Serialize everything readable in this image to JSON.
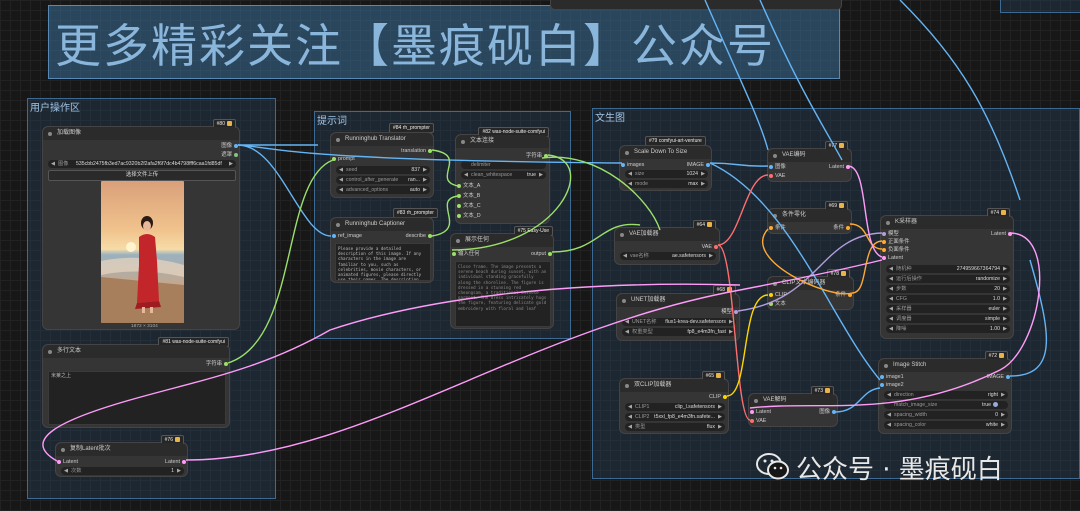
{
  "banner": {
    "text": "更多精彩关注【墨痕砚白】公众号"
  },
  "groups": {
    "user": "用户操作区",
    "prompt": "提示词",
    "t2i": "文生图"
  },
  "colors": {
    "image": "#64b5f6",
    "string": "#9be06a",
    "latent": "#ff9cf9",
    "model": "#b39ddb",
    "clip": "#ffd500",
    "vae": "#ff6e6e",
    "conditioning": "#ffa931",
    "int": "#7ac"
  },
  "nodes": {
    "load_image": {
      "badge": "#80",
      "title": "加载图像",
      "out_image": "图像",
      "out_mask": "遮罩",
      "image_label": "图像",
      "image_value": "535cbb2475fb3ed7ac9320b2f2afa2f6f7dc4b4798fff6caa1fd85df",
      "upload": "选择文件上传",
      "size": "1872 × 3104"
    },
    "multiline": {
      "badge": "#81 was-node-suite-comfyui",
      "title": "多行文本",
      "out": "字符串",
      "text": "米莱之上"
    },
    "copy_latent": {
      "badge": "#76",
      "title": "复制Latent批次",
      "in": "Latent",
      "out": "Latent",
      "w_label": "次数",
      "w_value": "1"
    },
    "translator": {
      "src_badge": "#84 rh_prompter",
      "title": "Runninghub Translator",
      "in": "prompt",
      "out": "translation",
      "w1_label": "seed",
      "w1_value": "837",
      "w2_label": "control_after_generate",
      "w2_value": "ran...",
      "w3_label": "advanced_options",
      "w3_value": "auto"
    },
    "captioner": {
      "src_badge": "#83 rh_prompter",
      "title": "Runninghub Captioner",
      "in": "ref_image",
      "out": "describe",
      "text": "Please provide a detailed description of this image. If any characters in the image are familiar to you, such as celebrities, movie characters, or animated figures, please directly use their names. The description should be as detailed as possible"
    },
    "text_concat": {
      "badge": "#82 was-node-suite-comfyui",
      "title": "文本连接",
      "out": "字符串",
      "delimiter": "delimiter",
      "clean_label": "clean_whitespace",
      "clean_value": "true",
      "in_a": "文本_A",
      "in_b": "文本_B",
      "in_c": "文本_C",
      "in_d": "文本_D"
    },
    "show_any": {
      "badge": "#75 Easy-Use",
      "title": "展示任何",
      "in": "输入任何",
      "out": "output",
      "text": "Close frame. The image presents a serene beach during sunset, with an individual standing gracefully along the shoreline. The figure is dressed in a stunning red cheongsam, a traditional Chinese garment. The dress intricately hugs the figure, featuring delicate gold embroidery with floral and leaf"
    },
    "scale_down": {
      "src_badge": "#79 comfyui-art-venture",
      "title": "Scale Down To Size",
      "in": "images",
      "out": "IMAGE",
      "w1_label": "size",
      "w1_value": "1024",
      "w2_label": "mode",
      "w2_value": "max"
    },
    "vae_loader": {
      "badge": "#64",
      "title": "VAE加载器",
      "out": "VAE",
      "w_label": "vae名称",
      "w_value": "ae.safetensors"
    },
    "unet_loader": {
      "badge": "#68",
      "title": "UNET加载器",
      "out": "模型",
      "w1_label": "UNET名称",
      "w1_value": "flux1-krea-dev.safetensors",
      "w2_label": "权重类型",
      "w2_value": "fp8_e4m3fn_fast"
    },
    "dual_clip": {
      "badge": "#65",
      "title": "双CLIP加载器",
      "out": "CLIP",
      "w1_label": "CLIP1",
      "w1_value": "clip_l.safetensors",
      "w2_label": "CLIP2",
      "w2_value": "t5xxl_fp8_e4m3fn.safete...",
      "w3_label": "类型",
      "w3_value": "flux"
    },
    "vae_encode": {
      "badge": "#77",
      "title": "VAE编码",
      "in1": "图像",
      "in2": "VAE",
      "out": "Latent"
    },
    "cond_zero": {
      "badge": "#69",
      "title": "条件零化",
      "in": "条件",
      "out": "条件"
    },
    "clip_encode": {
      "badge": "#78",
      "title": "CLIP文本编码器",
      "in1": "CLIP",
      "in2": "文本",
      "out": "条件"
    },
    "vae_decode": {
      "badge": "#73",
      "title": "VAE解码",
      "in1": "Latent",
      "in2": "VAE",
      "out": "图像"
    },
    "ksampler": {
      "badge": "#74",
      "title": "K采样器",
      "in1": "模型",
      "in2": "正面条件",
      "in3": "负面条件",
      "in4": "Latent",
      "out": "Latent",
      "widgets": [
        {
          "label": "随机种",
          "value": "274959667364794"
        },
        {
          "label": "运行后操作",
          "value": "randomize"
        },
        {
          "label": "步数",
          "value": "20"
        },
        {
          "label": "CFG",
          "value": "1.0"
        },
        {
          "label": "采样器",
          "value": "euler"
        },
        {
          "label": "调度器",
          "value": "simple"
        },
        {
          "label": "降噪",
          "value": "1.00"
        }
      ]
    },
    "image_stitch": {
      "badge": "#72",
      "title": "Image Stitch",
      "in1": "image1",
      "in2": "image2",
      "out": "IMAGE",
      "widgets": [
        {
          "label": "direction",
          "value": "right"
        },
        {
          "label": "match_image_size",
          "value": "true"
        },
        {
          "label": "spacing_width",
          "value": "0"
        },
        {
          "label": "spacing_color",
          "value": "white"
        }
      ]
    }
  },
  "watermark": {
    "text": "公众号 · 墨痕砚白",
    "icon": "wechat-icon"
  }
}
